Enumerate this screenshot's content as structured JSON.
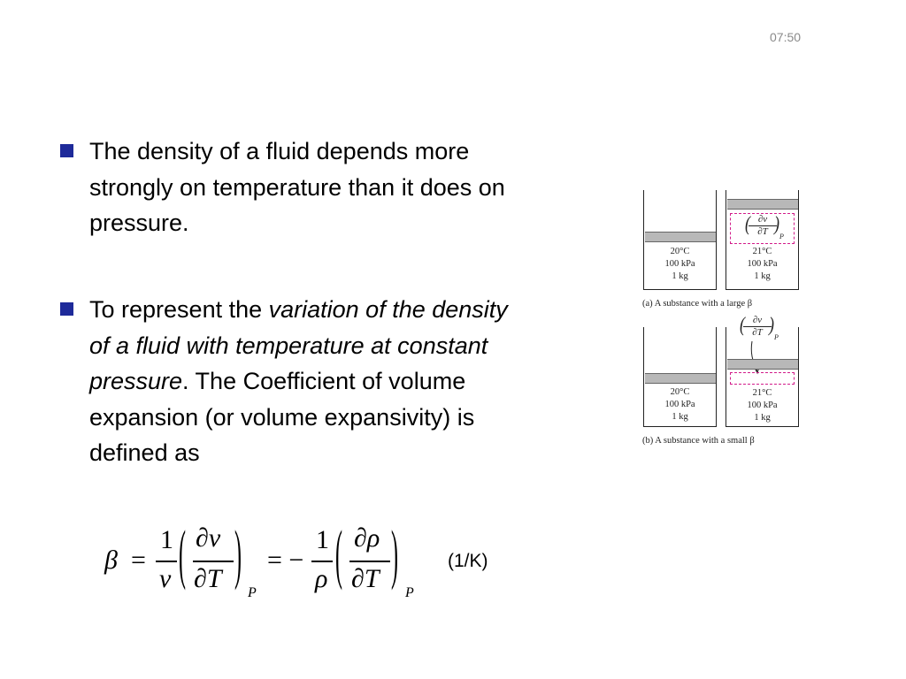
{
  "header": {
    "time": "07:50"
  },
  "bullets": [
    {
      "text": "The density of a fluid depends more strongly on temperature than it does on pressure."
    },
    {
      "prefix": "To represent the ",
      "italic": "variation of the density of a fluid with temperature at constant pressure",
      "suffix": ". The Coefficient of volume expansion (or volume expansivity) is defined as"
    }
  ],
  "formula": {
    "beta": "β",
    "eq": "=",
    "one": "1",
    "v": "v",
    "dv": "∂v",
    "dT": "∂T",
    "sub_p": "P",
    "minus": "= −",
    "rho": "ρ",
    "drho": "∂ρ",
    "unit": "(1/K)"
  },
  "diagram": {
    "left_state": {
      "line1": "20°C",
      "line2": "100 kPa",
      "line3": "1 kg"
    },
    "right_state": {
      "line1": "21°C",
      "line2": "100 kPa",
      "line3": "1 kg"
    },
    "caption_a": "(a) A substance with a large β",
    "caption_b": "(b) A substance with a small β",
    "derivative_num": "∂v",
    "derivative_den": "∂T",
    "derivative_sub": "P"
  },
  "colors": {
    "bullet_marker": "#1e2a9a",
    "dashed_region": "#d21b8a",
    "piston": "#b8b8b8",
    "clock": "#8a8a8a"
  }
}
